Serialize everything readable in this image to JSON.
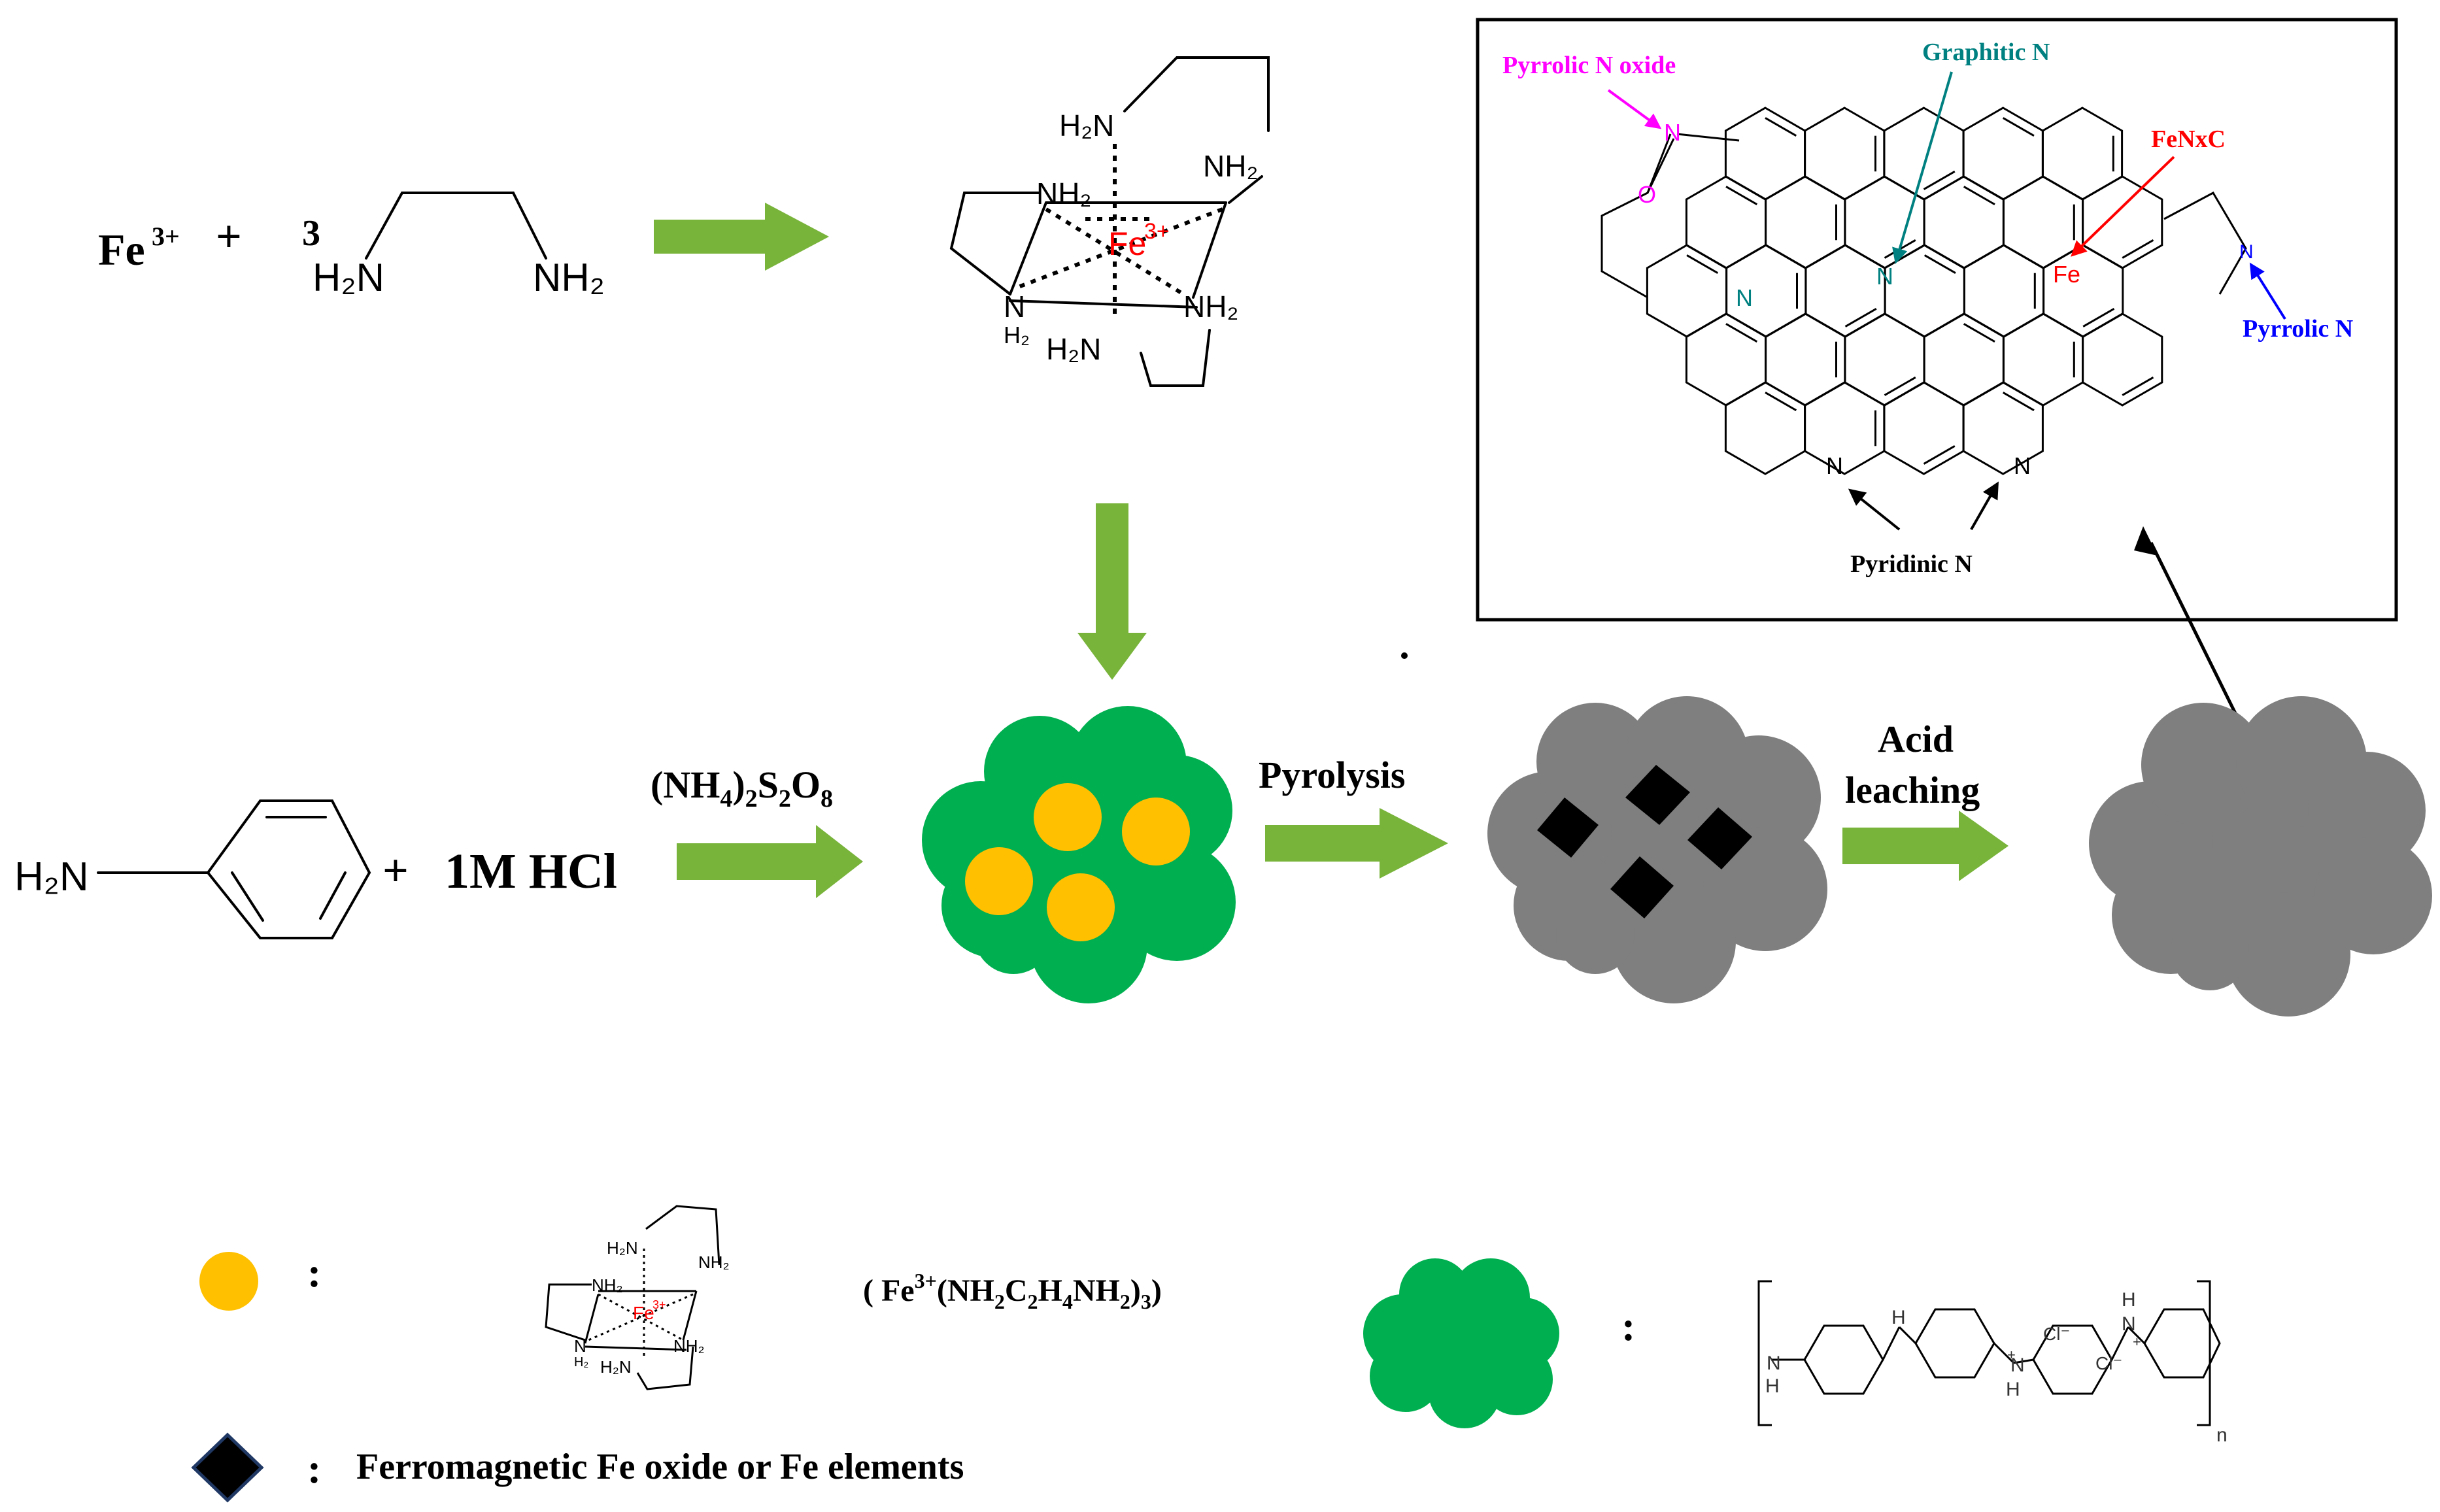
{
  "reaction": {
    "fe_ion": "Fe",
    "fe_charge": "3+",
    "plus": "+",
    "coefficient": "3",
    "en_left_amine": "H₂N",
    "en_right_amine": "NH₂"
  },
  "complex": {
    "center_label": "Fe",
    "center_charge": "3+",
    "ligands": [
      "H₂N",
      "H₂N",
      "NH₂",
      "N",
      "H₂",
      "NH₂",
      "H₂N"
    ]
  },
  "polymerization": {
    "aniline_amine": "H₂N",
    "plus": "+",
    "acid": "1M HCl",
    "oxidant_parts": [
      "(NH",
      "4",
      ")",
      "2",
      "S",
      "2",
      "O",
      "8"
    ]
  },
  "steps": {
    "pyrolysis": "Pyrolysis",
    "acid_line1": "Acid",
    "acid_line2": "leaching"
  },
  "inset": {
    "pyrrolic_n_oxide": "Pyrrolic N oxide",
    "graphitic_n": "Graphitic N",
    "fenxc": "FeNxC",
    "pyrrolic_n": "Pyrrolic N",
    "pyridinic_n": "Pyridinic N",
    "atom_n": "N",
    "atom_o": "O",
    "atom_fe": "Fe"
  },
  "legend": {
    "colon": ":",
    "formula_parts": [
      "( Fe",
      "3+",
      "(NH",
      "2",
      "C",
      "2",
      "H",
      "4",
      "NH",
      "2",
      ")",
      "3",
      ")"
    ],
    "fe_desc": "Ferromagnetic Fe oxide or Fe elements",
    "pani_labels": [
      "H",
      "H",
      "Cl⁻",
      "H",
      "+",
      "Cl⁻",
      "N",
      "H",
      "+",
      "N",
      "N",
      "n"
    ]
  },
  "colors": {
    "arrow_green": "#78B33A",
    "pani_green": "#00B050",
    "complex_gold": "#FFC000",
    "carbon_gray": "#7F7F7F",
    "magenta": "#FF00FF",
    "teal": "#008080",
    "red": "#FF0000",
    "blue": "#0000FF"
  }
}
